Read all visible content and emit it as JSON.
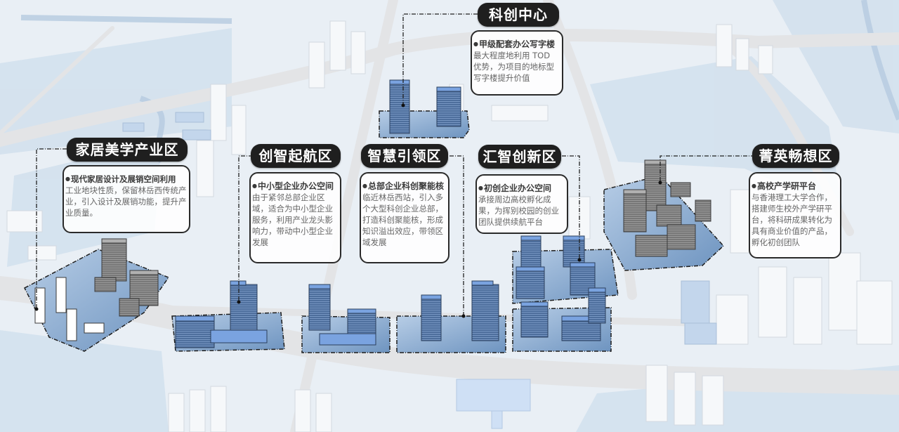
{
  "zones": [
    {
      "id": "kechuang",
      "title": "科创中心",
      "heading": "甲级配套办公写字楼",
      "body": "最大程度地利用 TOD 优势，为项目的地标型写字楼提升价值",
      "building_color": "#6f8fb8"
    },
    {
      "id": "jiaju",
      "title": "家居美学产业区",
      "heading": "现代家居设计及展销空间利用",
      "body": "工业地块性质，保留林岳西传统产业，引入设计及展销功能，提升产业质量。",
      "building_color": "#9a9a9a"
    },
    {
      "id": "chuangzhi",
      "title": "创智起航区",
      "heading": "中小型企业办公空间",
      "body": "由于紧邻总部企业区域，适合为中小型企业服务，利用产业龙头影响力，带动中小型企业发展",
      "building_color": "#7aa3e0"
    },
    {
      "id": "zhihui",
      "title": "智慧引领区",
      "heading": "总部企业科创聚能核",
      "body": "临近林岳西站，引入多个大型科创企业总部，打造科创聚能核，形成知识溢出效应，带领区域发展",
      "building_color": "#7aa3e0"
    },
    {
      "id": "huizhi",
      "title": "汇智创新区",
      "heading": "初创企业办公空间",
      "body": "承接周边高校孵化成果，为挥别校园的创业团队提供续航平台",
      "building_color": "#7aa3e0"
    },
    {
      "id": "jingying",
      "title": "菁英畅想区",
      "heading": "高校产学研平台",
      "body": "与香港理工大学合作，搭建师生校外产学研平台，将科研成果转化为具有商业价值的产品，孵化初创团队",
      "building_color": "#9a9a9a"
    }
  ],
  "colors": {
    "pill_bg": "#1f1f1f",
    "pill_text": "#ffffff",
    "road": "#e6e7e9",
    "ground": "#dbe7f2",
    "water": "#c3d6e8",
    "context_building": "#f4f6f8",
    "highlight_blue": "#7aa3e0",
    "highlight_gray": "#9a9a9a",
    "station": "#cfe0f5"
  }
}
